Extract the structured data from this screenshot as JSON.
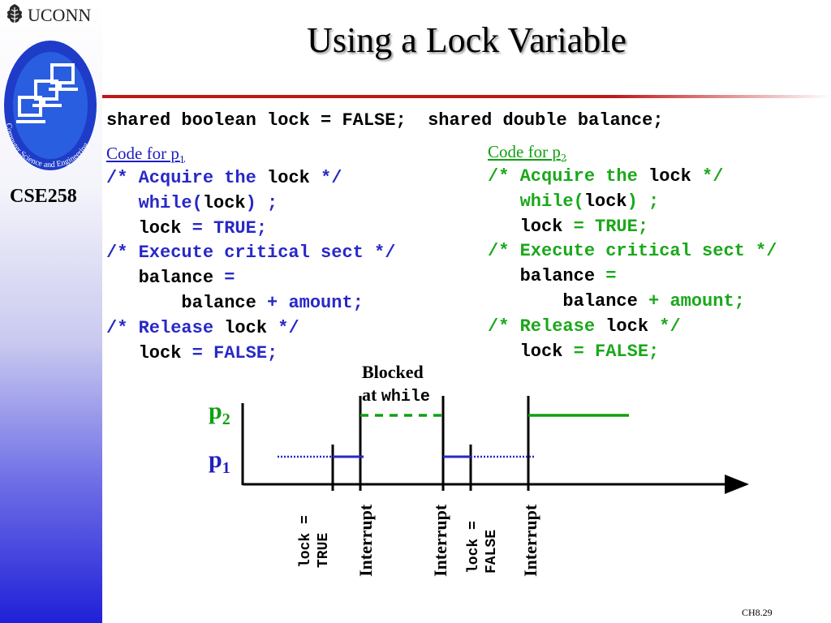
{
  "sidebar": {
    "university": "UCONN",
    "logo_ring_text": "Computer Science and Engineering",
    "course": "CSE258"
  },
  "slide": {
    "title": "Using a Lock Variable",
    "shared_line": "shared boolean lock = FALSE;  shared double balance;",
    "footer": "CH8.29"
  },
  "code_p1": {
    "header": "Code for p",
    "header_sub": "1",
    "lines": [
      [
        {
          "t": "/* Acquire the "
        },
        {
          "t": "lock",
          "k": true
        },
        {
          "t": " */"
        }
      ],
      [
        {
          "t": "   while("
        },
        {
          "t": "lock",
          "k": true
        },
        {
          "t": ") ;"
        }
      ],
      [
        {
          "t": "   "
        },
        {
          "t": "lock",
          "k": true
        },
        {
          "t": " = TRUE;"
        }
      ],
      [
        {
          "t": "/* Execute critical sect */"
        }
      ],
      [
        {
          "t": "   "
        },
        {
          "t": "balance",
          "k": true
        },
        {
          "t": " ="
        }
      ],
      [
        {
          "t": "       "
        },
        {
          "t": "balance",
          "k": true
        },
        {
          "t": " + amount;"
        }
      ],
      [
        {
          "t": "/* Release "
        },
        {
          "t": "lock",
          "k": true
        },
        {
          "t": " */"
        }
      ],
      [
        {
          "t": "   "
        },
        {
          "t": "lock",
          "k": true
        },
        {
          "t": " = FALSE;"
        }
      ]
    ]
  },
  "code_p2": {
    "header": "Code for p",
    "header_sub": "2",
    "lines": [
      [
        {
          "t": "/* Acquire the "
        },
        {
          "t": "lock",
          "k": true
        },
        {
          "t": " */"
        }
      ],
      [
        {
          "t": "   while("
        },
        {
          "t": "lock",
          "k": true
        },
        {
          "t": ") ;"
        }
      ],
      [
        {
          "t": "   "
        },
        {
          "t": "lock",
          "k": true
        },
        {
          "t": " = TRUE;"
        }
      ],
      [
        {
          "t": "/* Execute critical sect */"
        }
      ],
      [
        {
          "t": "   "
        },
        {
          "t": "balance",
          "k": true
        },
        {
          "t": " ="
        }
      ],
      [
        {
          "t": "       "
        },
        {
          "t": "balance",
          "k": true
        },
        {
          "t": " + amount;"
        }
      ],
      [
        {
          "t": "/* Release "
        },
        {
          "t": "lock",
          "k": true
        },
        {
          "t": " */"
        }
      ],
      [
        {
          "t": "   "
        },
        {
          "t": "lock",
          "k": true
        },
        {
          "t": " = FALSE;"
        }
      ]
    ]
  },
  "timeline": {
    "blocked_line1": "Blocked",
    "blocked_line2_prefix": "at ",
    "blocked_line2_code": "while",
    "p2_label": "p",
    "p2_sub": "2",
    "p1_label": "p",
    "p1_sub": "1",
    "events": {
      "lock_true_1": "lock =",
      "lock_true_2": "TRUE",
      "interrupt_1": "Interrupt",
      "interrupt_2": "Interrupt",
      "lock_false_1": "lock =",
      "lock_false_2": "FALSE",
      "interrupt_3": "Interrupt"
    },
    "colors": {
      "p1": "#2828c8",
      "p2": "#10a010"
    }
  }
}
